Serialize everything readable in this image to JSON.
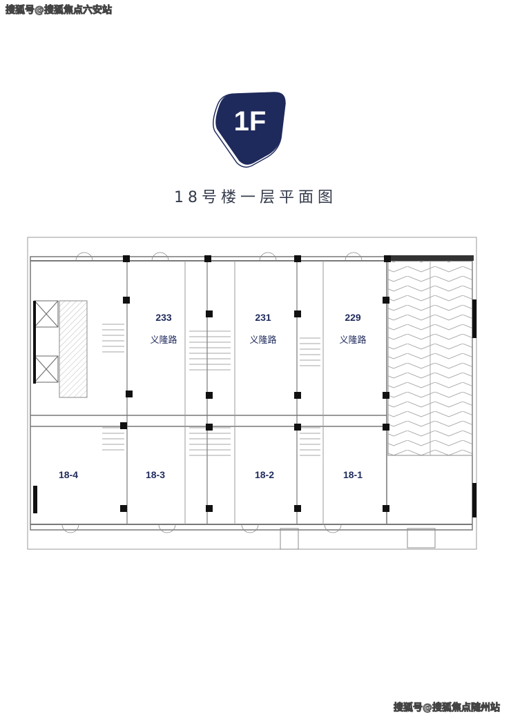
{
  "watermark_top": "搜狐号@搜狐焦点六安站",
  "watermark_bottom": "搜狐号@搜狐焦点随州站",
  "floor_badge": "1F",
  "plan_title": "18号楼一层平面图",
  "colors": {
    "badge": "#1f2a5c",
    "labels": "#1f2a5c"
  },
  "units_top": [
    {
      "number": "233",
      "street": "义隆路"
    },
    {
      "number": "231",
      "street": "义隆路"
    },
    {
      "number": "229",
      "street": "义隆路"
    }
  ],
  "units_bottom": [
    {
      "label": "18-4"
    },
    {
      "label": "18-3"
    },
    {
      "label": "18-2"
    },
    {
      "label": "18-1"
    }
  ]
}
